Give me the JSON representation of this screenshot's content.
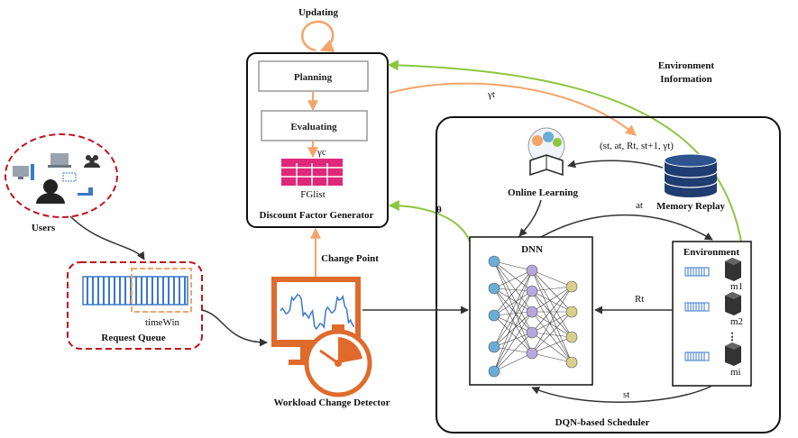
{
  "labels": {
    "updating": "Updating",
    "planning": "Planning",
    "evaluating": "Evaluating",
    "gamma_c": "γc",
    "fglist": "FGlist",
    "discount_factor_generator": "Discount Factor Generator",
    "environment_information_line1": "Environment",
    "environment_information_line2": "Information",
    "gamma_t": "γt",
    "tuple": "(st, at, Rt, st+1, γt)",
    "online_learning": "Online Learning",
    "memory_replay": "Memory Replay",
    "a_t": "at",
    "theta": "θ",
    "dnn": "DNN",
    "environment": "Environment",
    "r_t": "Rt",
    "s_t": "st",
    "m1": "m1",
    "m2": "m2",
    "mi": "mi",
    "dots": "⋮",
    "dqn_scheduler": "DQN-based Scheduler",
    "users": "Users",
    "request_queue": "Request Queue",
    "time_win": "timeWin",
    "change_point": "Change Point",
    "workload_change_detector": "Workload Change Detector"
  },
  "colors": {
    "orange": "#f4a46a",
    "detector_orange": "#e06a2c",
    "green": "#8cc63f",
    "dashed_red": "#c0141e",
    "fglist_pink": "#e0287a",
    "queue_blue": "#3a78c8",
    "db_navy": "#1f3d70",
    "input_node": "#6aaed6",
    "hidden_node": "#b7a8dc",
    "output_node": "#d9cf8c"
  }
}
